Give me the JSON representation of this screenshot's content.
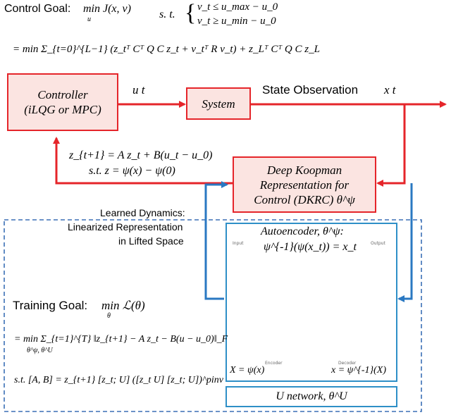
{
  "control_goal": {
    "label": "Control Goal:",
    "objective": "min J(x, v)",
    "objective_sub": "u",
    "constraint_prefix": "s. t.",
    "constraint_1": "v_t ≤ u_max − u_0",
    "constraint_2": "v_t ≥ u_min − u_0",
    "cost_expansion": "= min Σ_{t=0}^{L−1} (z_tᵀ Cᵀ Q C z_t + v_tᵀ R v_t) + z_Lᵀ Cᵀ Q C z_L"
  },
  "controller": {
    "line1": "Controller",
    "line2": "(iLQG or MPC)"
  },
  "system": {
    "label": "System"
  },
  "signals": {
    "control_input": "u t",
    "state_observation": "State Observation",
    "state_symbol": "x t"
  },
  "dynamics": {
    "line1": "z_{t+1} = A z_t + B(u_t − u_0)",
    "line2": "s.t. z = ψ(x) − ψ(0)"
  },
  "dkrc": {
    "line1": "Deep Koopman",
    "line2": "Representation for",
    "line3": "Control (DKRC) θ^ψ"
  },
  "learned_dynamics": {
    "line1": "Learned Dynamics:",
    "line2": "Linearized Representation",
    "line3": "in Lifted Space"
  },
  "autoencoder": {
    "title": "Autoencoder, θ^ψ:",
    "equation": "ψ^{-1}(ψ(x_t)) = x_t",
    "input_label": "Input",
    "output_label": "Output",
    "encoder_label": "Encoder",
    "decoder_label": "Decoder",
    "encode_eq": "X = ψ(x)",
    "decode_eq": "x = ψ^{-1}(X)"
  },
  "u_network": {
    "label": "U network, θ^U"
  },
  "training": {
    "label": "Training Goal:",
    "objective": "min ℒ(θ)",
    "objective_sub": "θ",
    "loss": "= min Σ_{t=1}^{T} ‖z_{t+1} − A z_t − B(u − u_0)‖_F",
    "loss_sub": "θ^ψ, θ^U",
    "solution": "s.t. [A, B] = z_{t+1} [z_t; U] ([z_t U] [z_t; U])^pinv"
  },
  "colors": {
    "red_arrow": "#e5252a",
    "blue_arrow": "#2a78c2",
    "box_fill": "#fbe4e1",
    "encoder_blue": "#c9dff3",
    "latent_green": "#a9d28e",
    "latent_pink": "#f2b1b1",
    "dashed_border": "#3b6fb5"
  }
}
